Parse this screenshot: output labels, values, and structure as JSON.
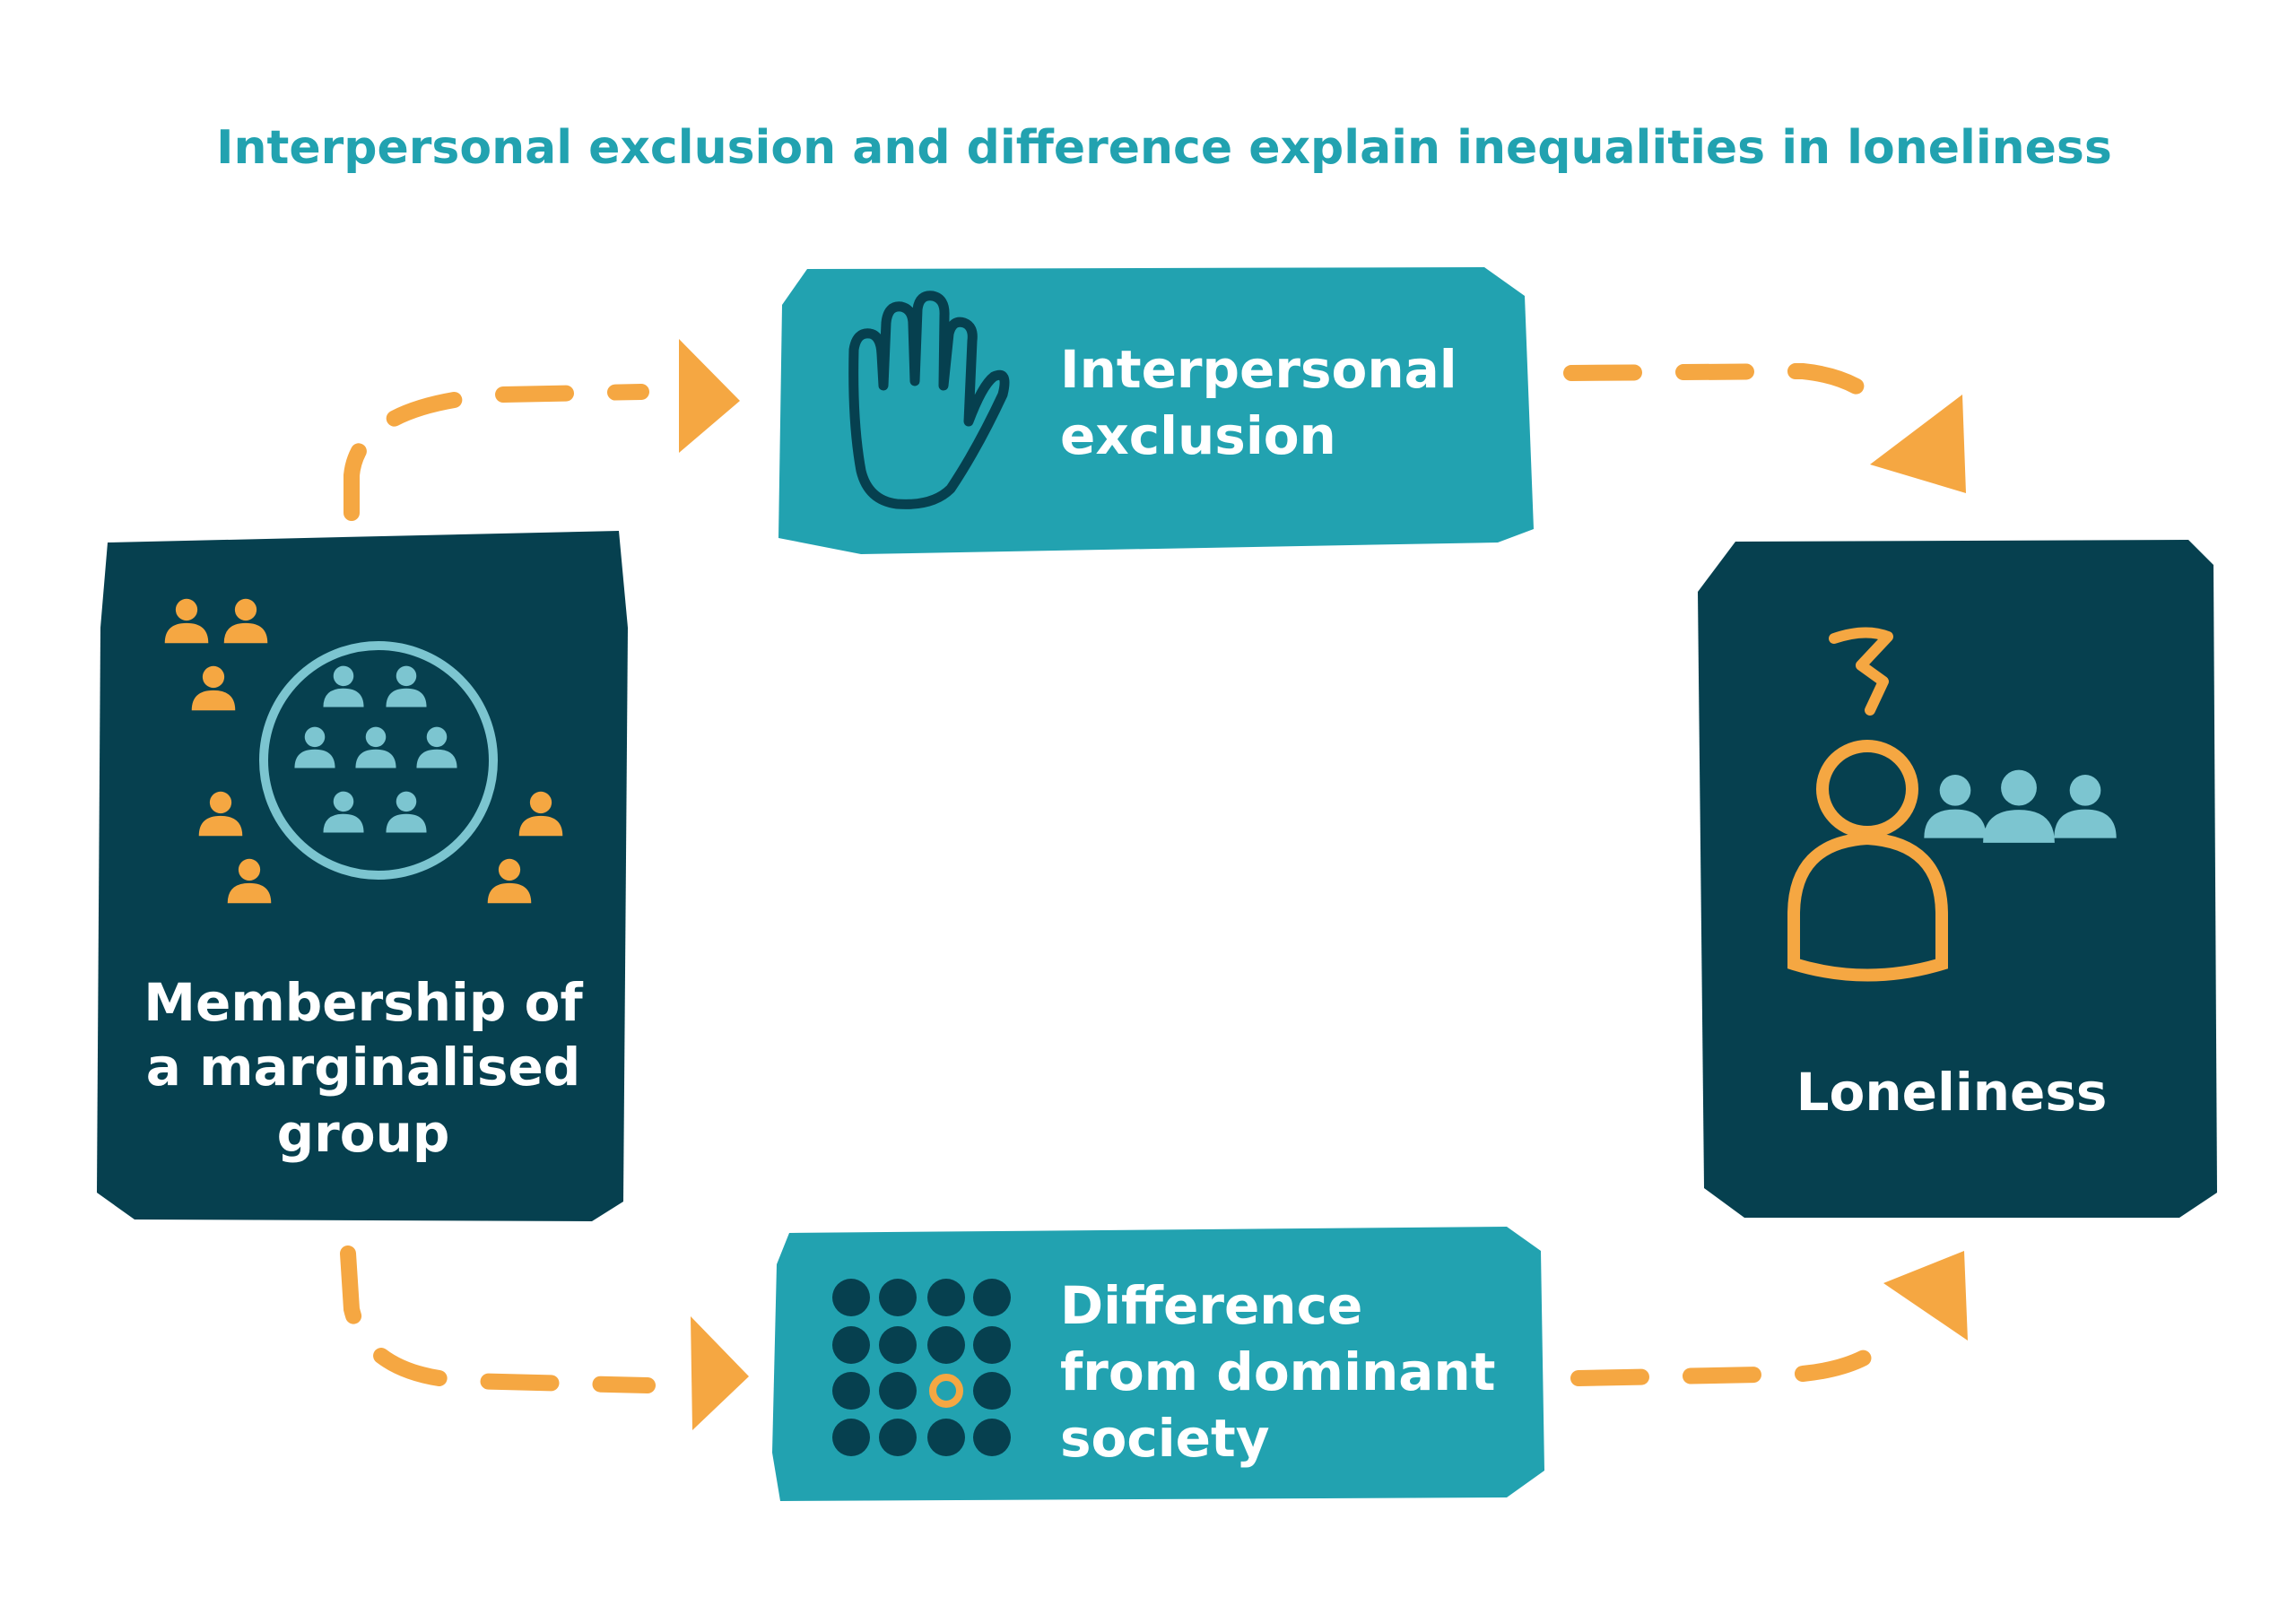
{
  "title": "Interpersonal exclusion and difference explain inequalities in loneliness",
  "nodes": {
    "membership": {
      "lines": [
        "Membership of",
        "a marginalised",
        "group"
      ],
      "icon": "group-circle-icon"
    },
    "exclusion": {
      "lines": [
        "Interpersonal",
        "exclusion"
      ],
      "icon": "raised-hand-icon"
    },
    "difference": {
      "lines": [
        "Difference",
        "from dominant",
        "society"
      ],
      "icon": "dot-grid-icon"
    },
    "loneliness": {
      "lines": [
        "Loneliness"
      ],
      "icon": "lonely-person-icon"
    }
  },
  "colors": {
    "dark": "#06404f",
    "teal": "#22a2b0",
    "orange": "#f5a742",
    "light_blue": "#7cc5d0"
  }
}
